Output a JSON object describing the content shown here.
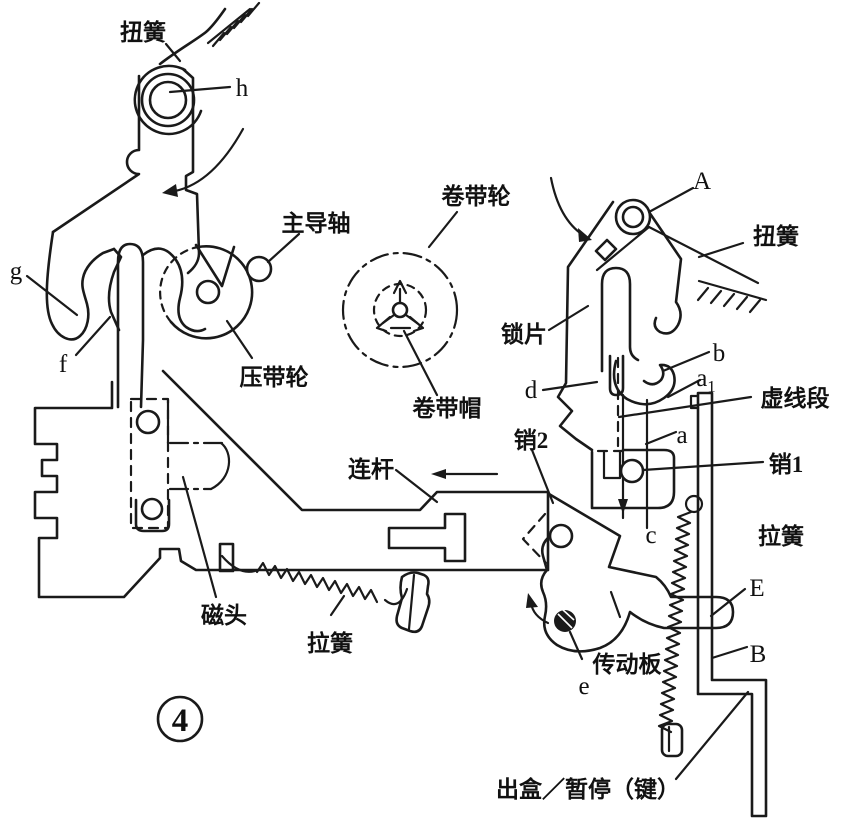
{
  "colors": {
    "ink": "#1a1a1a",
    "background": "#ffffff"
  },
  "labels": {
    "torsion_spring_left": "扭簧",
    "point_h": "h",
    "main_capstan": "主导轴",
    "reel_wheel": "卷带轮",
    "point_A": "A",
    "torsion_spring_right": "扭簧",
    "point_g": "g",
    "point_f": "f",
    "pinch_roller": "压带轮",
    "lock_plate": "锁片",
    "point_b": "b",
    "point_a1_base": "a",
    "point_a1_sub": "1",
    "dashed_segment": "虚线段",
    "reel_cap": "卷带帽",
    "point_d": "d",
    "point_a": "a",
    "link_rod": "连杆",
    "pin_2": "销2",
    "pin_1": "销1",
    "point_c": "c",
    "tension_spring_right": "拉簧",
    "point_E": "E",
    "point_B": "B",
    "magnetic_head": "磁头",
    "tension_spring_left": "拉簧",
    "drive_plate": "传动板",
    "point_e": "e",
    "figure_number": "4",
    "eject_pause_key": "出盒／暂停（键）"
  }
}
